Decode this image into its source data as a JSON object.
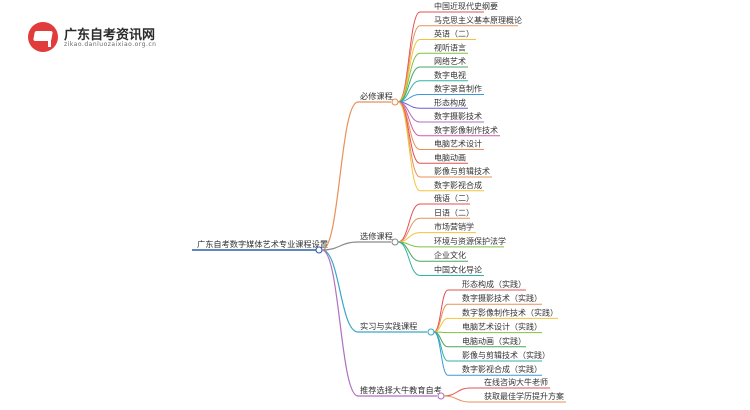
{
  "site": {
    "name": "广东自考资讯网",
    "url": "zikao.danluozaixiao.org.cn"
  },
  "colors": {
    "root_line": "#2d5fa8",
    "text": "#333333",
    "branch_required": "#e8915a",
    "branch_elective": "#8a8a8a",
    "branch_practice": "#3aa7c7",
    "branch_recommend": "#b06fc0",
    "leaf_palette": [
      "#e35050",
      "#e8915a",
      "#f2c33b",
      "#7fc241",
      "#47a85f",
      "#2fb3a4",
      "#3a9ad9",
      "#6b5fd6",
      "#b06fc0",
      "#d45aa2",
      "#e8915a"
    ]
  },
  "mindmap": {
    "root": "广东自考数字媒体艺术专业课程设置",
    "branches": [
      {
        "label": "必修课程",
        "leaves": [
          "中国近现代史纲要",
          "马克思主义基本原理概论",
          "英语（二）",
          "视听语言",
          "网络艺术",
          "数字电视",
          "数字录音制作",
          "形态构成",
          "数字摄影技术",
          "数字影像制作技术",
          "电脑艺术设计",
          "电脑动画",
          "影像与剪辑技术",
          "数字影视合成"
        ]
      },
      {
        "label": "选修课程",
        "leaves": [
          "俄语（二）",
          "日语（二）",
          "市场营销学",
          "环境与资源保护法学",
          "企业文化",
          "中国文化导论"
        ]
      },
      {
        "label": "实习与实践课程",
        "leaves": [
          "形态构成（实践）",
          "数字摄影技术（实践）",
          "数字影像制作技术（实践）",
          "电脑艺术设计（实践）",
          "电脑动画（实践）",
          "影像与剪辑技术（实践）",
          "数字影视合成（实践）"
        ]
      },
      {
        "label": "推荐选择大牛教育自考",
        "leaves": [
          "在线咨询大牛老师",
          "获取最佳学历提升方案"
        ]
      }
    ]
  }
}
